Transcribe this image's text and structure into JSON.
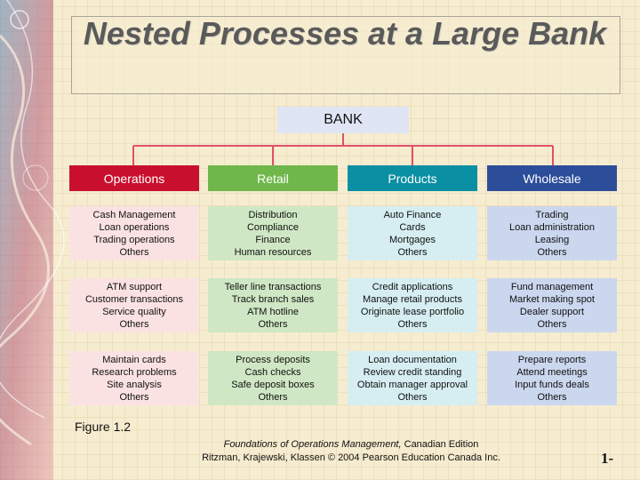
{
  "title": "Nested Processes at a Large Bank",
  "root": "BANK",
  "columns": [
    {
      "header": "Operations",
      "groups": [
        [
          "Cash Management",
          "Loan operations",
          "Trading operations",
          "Others"
        ],
        [
          "ATM support",
          "Customer transactions",
          "Service quality",
          "Others"
        ],
        [
          "Maintain cards",
          "Research problems",
          "Site analysis",
          "Others"
        ]
      ]
    },
    {
      "header": "Retail",
      "groups": [
        [
          "Distribution",
          "Compliance",
          "Finance",
          "Human resources"
        ],
        [
          "Teller line transactions",
          "Track branch sales",
          "ATM hotline",
          "Others"
        ],
        [
          "Process deposits",
          "Cash checks",
          "Safe deposit boxes",
          "Others"
        ]
      ]
    },
    {
      "header": "Products",
      "groups": [
        [
          "Auto Finance",
          "Cards",
          "Mortgages",
          "Others"
        ],
        [
          "Credit applications",
          "Manage retail products",
          "Originate lease portfolio",
          "Others"
        ],
        [
          "Loan documentation",
          "Review credit standing",
          "Obtain manager approval",
          "Others"
        ]
      ]
    },
    {
      "header": "Wholesale",
      "groups": [
        [
          "Trading",
          "Loan administration",
          "Leasing",
          "Others"
        ],
        [
          "Fund management",
          "Market making spot",
          "Dealer support",
          "Others"
        ],
        [
          "Prepare reports",
          "Attend meetings",
          "Input funds deals",
          "Others"
        ]
      ]
    }
  ],
  "figure_label": "Figure 1.2",
  "credit": {
    "book_title": "Foundations of Operations Management,",
    "edition": " Canadian Edition",
    "authors": "Ritzman, Krajewski, Klassen  © 2004 Pearson Education Canada Inc."
  },
  "page_number": "1-",
  "colors": {
    "operations": "#c8102e",
    "retail": "#6fb74a",
    "products": "#0b8fa3",
    "wholesale": "#2c4d99",
    "connector": "#e0506a"
  }
}
